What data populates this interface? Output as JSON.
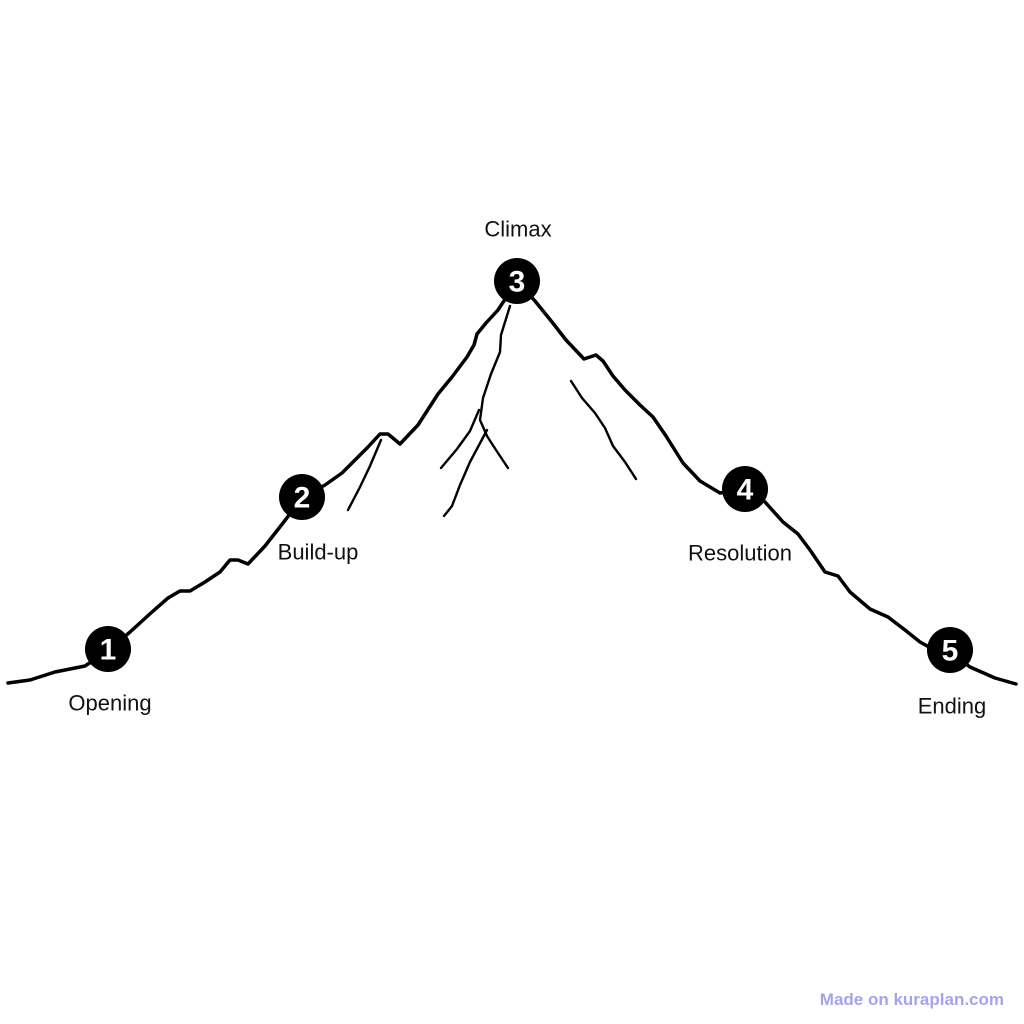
{
  "stages": [
    {
      "number": "1",
      "label": "Opening"
    },
    {
      "number": "2",
      "label": "Build-up"
    },
    {
      "number": "3",
      "label": "Climax"
    },
    {
      "number": "4",
      "label": "Resolution"
    },
    {
      "number": "5",
      "label": "Ending"
    }
  ],
  "watermark": "Made on kuraplan.com",
  "colors": {
    "line": "#000000",
    "marker_fill": "#000000",
    "marker_text": "#ffffff",
    "label_text": "#111111",
    "watermark": "#a3a3f0",
    "background": "#ffffff"
  }
}
